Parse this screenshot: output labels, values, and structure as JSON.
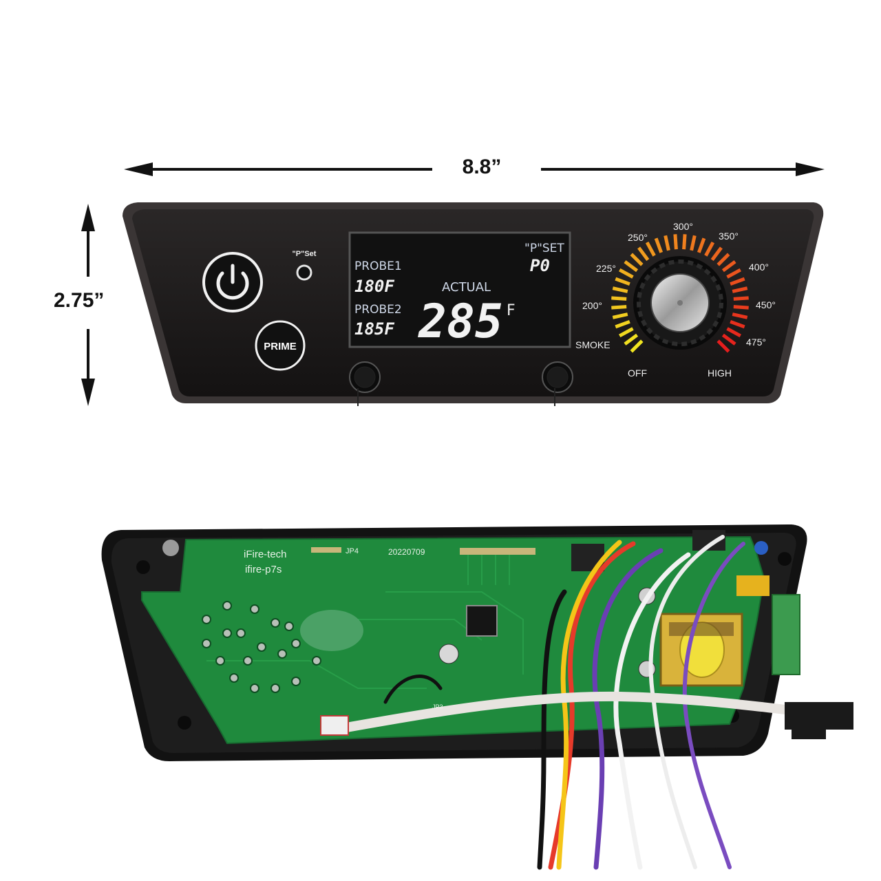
{
  "dimensions": {
    "width": "8.8”",
    "height": "2.75”"
  },
  "panel": {
    "pset_label": "\"P\"Set",
    "prime_label": "PRIME",
    "lcd": {
      "probe1_label": "PROBE1",
      "probe1_value": "180F",
      "probe2_label": "PROBE2",
      "probe2_value": "185F",
      "actual_label": "ACTUAL",
      "actual_value": "285",
      "actual_unit": "F",
      "pset_label": "\"P\"SET",
      "pset_value": "P0"
    },
    "dial": {
      "off": "OFF",
      "smoke": "SMOKE",
      "t200": "200°",
      "t225": "225°",
      "t250": "250°",
      "t300": "300°",
      "t350": "350°",
      "t400": "400°",
      "t450": "450°",
      "t475": "475°",
      "high": "HIGH"
    }
  },
  "board": {
    "maker": "iFire-tech",
    "model": "ifire-p7s",
    "connector": "JP4",
    "date_code": "20220709",
    "jp3": "JP3"
  },
  "colors": {
    "panel": "#1a1818",
    "lcd_bg": "#111111",
    "lcd_fg": "#f2f2f2",
    "pcb": "#1e8a3c",
    "scale_low": "#f1e520",
    "scale_high": "#e51d1d"
  }
}
